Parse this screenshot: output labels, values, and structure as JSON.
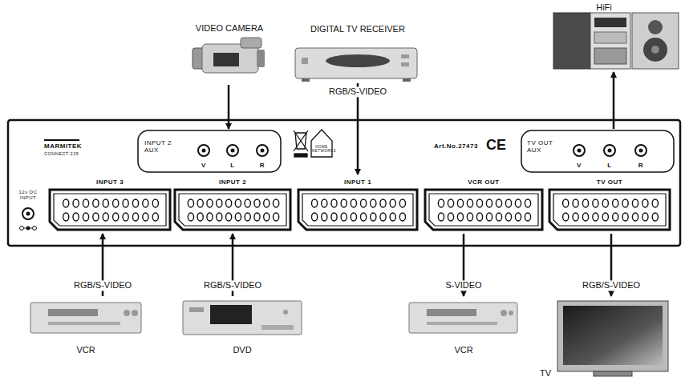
{
  "diagram": {
    "nodes": [
      {
        "text": [
          "VIDEO CAMERA"
        ]
      },
      {
        "text": [
          "DIGITAL TV RECEIVER"
        ]
      },
      {
        "text": [
          "HiFi"
        ]
      },
      {
        "text": [
          "MARMITEK",
          "CONNECT 225",
          "12v DC INPUT",
          "HOME NETWORKS",
          "Art.No.27473",
          "CE"
        ]
      },
      {
        "text": [
          "INPUT 2 AUX",
          "V",
          "L",
          "R"
        ],
        "in": 3
      },
      {
        "text": [
          "TV OUT AUX",
          "V",
          "L",
          "R"
        ],
        "in": 3
      },
      {
        "text": [
          "INPUT 3"
        ],
        "in": 3
      },
      {
        "text": [
          "INPUT 2"
        ],
        "in": 3
      },
      {
        "text": [
          "INPUT 1"
        ],
        "in": 3
      },
      {
        "text": [
          "VCR OUT"
        ],
        "in": 3
      },
      {
        "text": [
          "TV OUT"
        ],
        "in": 3
      },
      {
        "text": [
          "VCR"
        ]
      },
      {
        "text": [
          "DVD"
        ]
      },
      {
        "text": [
          "VCR"
        ]
      },
      {
        "text": [
          "TV"
        ]
      }
    ],
    "edges": [
      {
        "from": 0,
        "to": 4,
        "arrow": "to"
      },
      {
        "from": 1,
        "to": 8,
        "label": "RGB/S-VIDEO",
        "arrow": "to"
      },
      {
        "from": 5,
        "to": 2,
        "arrow": "to"
      },
      {
        "from": 11,
        "to": 6,
        "label": "RGB/S-VIDEO",
        "arrow": "to"
      },
      {
        "from": 12,
        "to": 7,
        "label": "RGB/S-VIDEO",
        "arrow": "to"
      },
      {
        "from": 9,
        "to": 13,
        "label": "S-VIDEO",
        "arrow": "to"
      },
      {
        "from": 10,
        "to": 14,
        "label": "RGB/S-VIDEO",
        "arrow": "to"
      }
    ]
  }
}
